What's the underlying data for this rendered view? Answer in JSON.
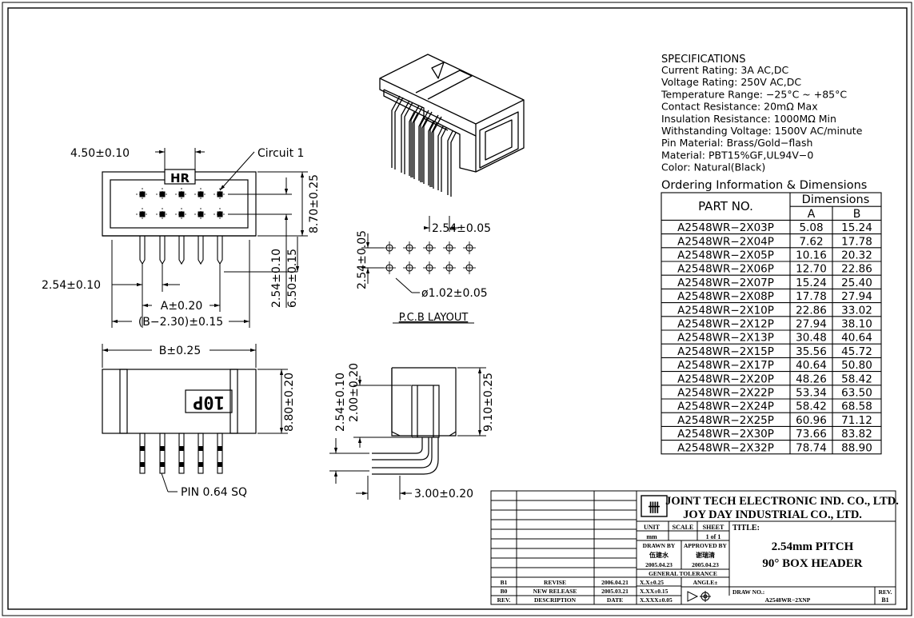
{
  "specifications": {
    "heading": "SPECIFICATIONS",
    "lines": [
      "Current Rating: 3A AC,DC",
      "Voltage Rating: 250V AC,DC",
      "Temperature Range: −25°C ~ +85°C",
      "Contact Resistance: 20mΩ Max",
      "Insulation Resistance: 1000MΩ Min",
      "Withstanding Voltage: 1500V AC/minute",
      "Pin Material: Brass/Gold−flash",
      "Material: PBT15%GF,UL94V−0",
      "Color: Natural(Black)"
    ]
  },
  "ordering": {
    "heading": "Ordering Information & Dimensions",
    "col_part": "PART NO.",
    "col_dims": "Dimensions",
    "col_a": "A",
    "col_b": "B",
    "rows": [
      [
        "A2548WR−2X03P",
        "5.08",
        "15.24"
      ],
      [
        "A2548WR−2X04P",
        "7.62",
        "17.78"
      ],
      [
        "A2548WR−2X05P",
        "10.16",
        "20.32"
      ],
      [
        "A2548WR−2X06P",
        "12.70",
        "22.86"
      ],
      [
        "A2548WR−2X07P",
        "15.24",
        "25.40"
      ],
      [
        "A2548WR−2X08P",
        "17.78",
        "27.94"
      ],
      [
        "A2548WR−2X10P",
        "22.86",
        "33.02"
      ],
      [
        "A2548WR−2X12P",
        "27.94",
        "38.10"
      ],
      [
        "A2548WR−2X13P",
        "30.48",
        "40.64"
      ],
      [
        "A2548WR−2X15P",
        "35.56",
        "45.72"
      ],
      [
        "A2548WR−2X17P",
        "40.64",
        "50.80"
      ],
      [
        "A2548WR−2X20P",
        "48.26",
        "58.42"
      ],
      [
        "A2548WR−2X22P",
        "53.34",
        "63.50"
      ],
      [
        "A2548WR−2X24P",
        "58.42",
        "68.58"
      ],
      [
        "A2548WR−2X25P",
        "60.96",
        "71.12"
      ],
      [
        "A2548WR−2X30P",
        "73.66",
        "83.82"
      ],
      [
        "A2548WR−2X32P",
        "78.74",
        "88.90"
      ]
    ]
  },
  "front_view": {
    "hr_mark": "HR",
    "dim_key_width": "4.50±0.10",
    "circuit_label": "Circuit 1",
    "dim_height": "8.70±0.25",
    "dim_pitch_h": "2.54±0.10",
    "dim_a": "A±0.20",
    "dim_b_minus": "(B−2.30)±0.15",
    "dim_pin_row": "2.54±0.10",
    "dim_pin_len": "6.50±0.15"
  },
  "pcb_layout": {
    "dim_pitch_x": "2.54±0.05",
    "dim_pitch_y": "2.54±0.05",
    "dim_hole": "ø1.02±0.05",
    "caption": "P.C.B LAYOUT"
  },
  "bottom_view": {
    "dim_b": "B±0.25",
    "marking": "10P",
    "dim_height": "8.80±0.20",
    "pin_label": "PIN 0.64 SQ"
  },
  "side_view": {
    "dim_row_pitch": "2.54±0.10",
    "dim_offset": "2.00±0.20",
    "dim_height": "9.10±0.25",
    "dim_tail": "3.00±0.20"
  },
  "title_block": {
    "company_1": "JOINT TECH ELECTRONIC IND. CO., LTD.",
    "company_2": "JOY DAY INDUSTRIAL CO., LTD.",
    "unit_label": "UNIT",
    "unit_value": "mm",
    "scale_label": "SCALE",
    "sheet_label": "SHEET",
    "sheet_value": "1 of 1",
    "title_label": "TITLE:",
    "title_line1": "2.54mm PITCH",
    "title_line2": "90° BOX HEADER",
    "drawn_by_label": "DRAWN BY",
    "drawn_by_name": "伍建水",
    "drawn_date": "2005.04.23",
    "approved_label": "APPROVED BY",
    "approved_name": "谢瑞清",
    "approved_date": "2005.04.23",
    "tolerance_label": "GENERAL TOLERANCE",
    "tol_1": "X.X±0.25",
    "tol_2": "X.XX±0.15",
    "tol_3": "X.XXX±0.05",
    "angle_label": "ANGLE±",
    "draw_no_label": "DRAW NO.:",
    "draw_no": "A2548WR−2XNP",
    "rev_label": "REV.",
    "rev_value": "B1",
    "revisions": [
      {
        "rev": "B1",
        "desc": "REVISE",
        "date": "2006.04.21"
      },
      {
        "rev": "B0",
        "desc": "NEW RELEASE",
        "date": "2005.03.21"
      }
    ],
    "rev_header": {
      "rev": "REV.",
      "desc": "DESCRIPTION",
      "date": "DATE"
    }
  }
}
